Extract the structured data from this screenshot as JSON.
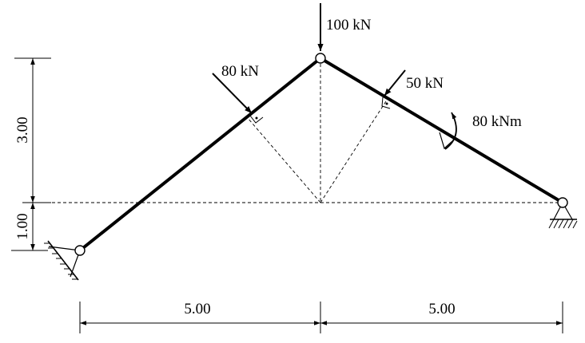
{
  "loads": {
    "point_top": "100 kN",
    "left_perp": "80 kN",
    "right_perp": "50 kN",
    "moment": "80 kNm"
  },
  "dimensions": {
    "vertical_upper": "3.00",
    "vertical_lower": "1.00",
    "horizontal_left": "5.00",
    "horizontal_right": "5.00"
  }
}
